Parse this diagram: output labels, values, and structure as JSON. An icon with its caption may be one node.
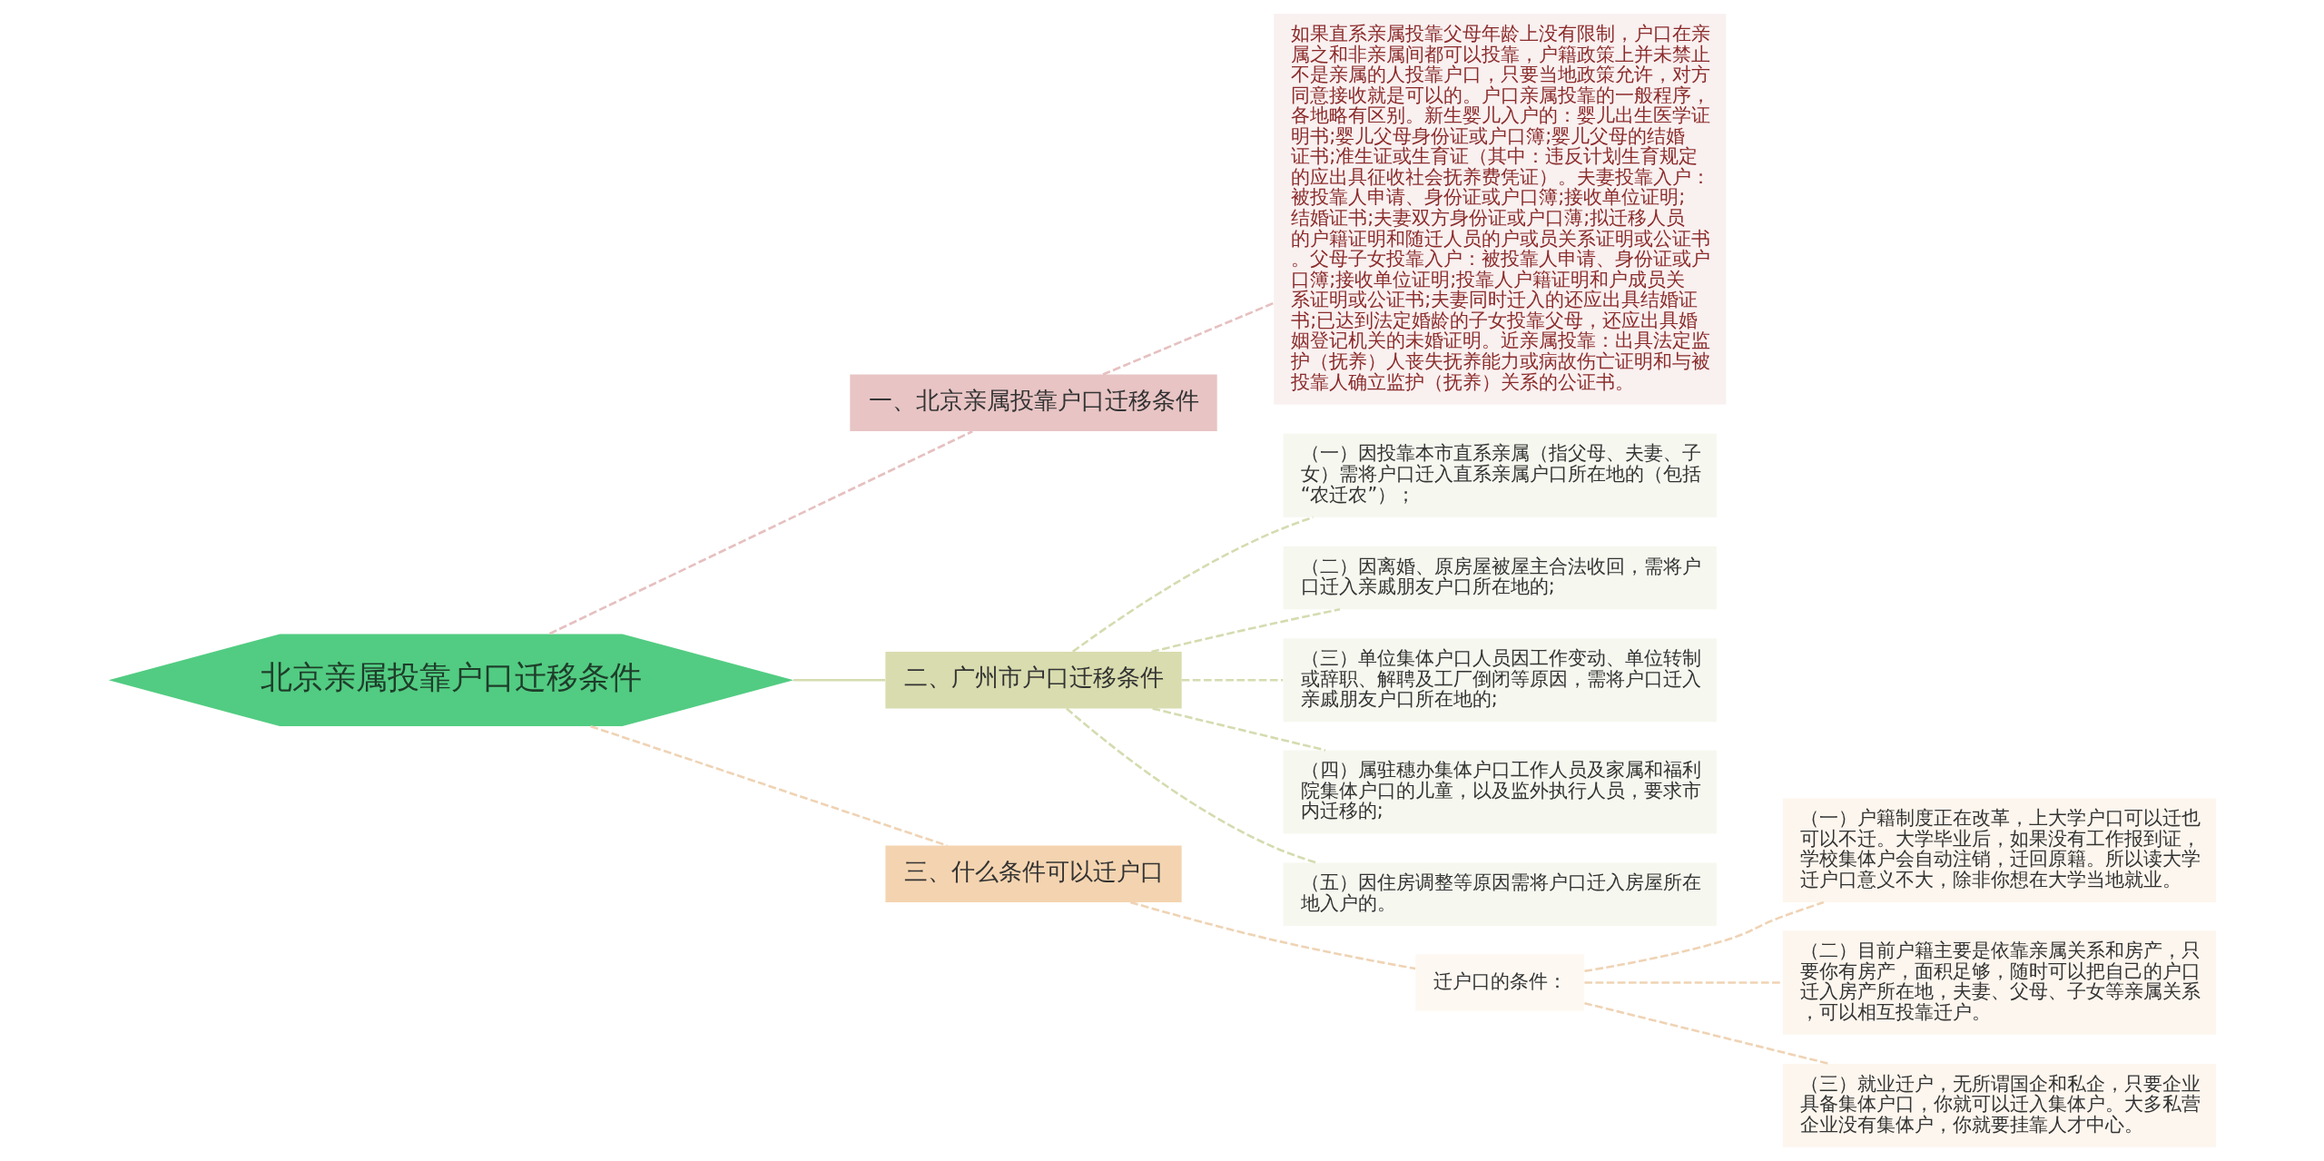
{
  "diagram": {
    "nodes": [
      {
        "text": [
          "北京亲属投靠户口迁移条件"
        ]
      },
      {
        "text": [
          "一、北京亲属投靠户口迁移条件"
        ]
      },
      {
        "text": [
          "如果直系亲属投靠父母年龄上没有限制，户口在亲属之和非亲属间都可以投靠，户籍政策上并未禁止不是亲属的人投靠户口，只要当地政策允许，对方同意接收就是可以的。户口亲属投靠的一般程序，各地略有区别。新生婴儿入户的：婴儿出生医学证明书;婴儿父母身份证或户口簿;婴儿父母的结婚证书;准生证或生育证（其中：违反计划生育规定的应出具征收社会抚养费凭证）。夫妻投靠入户：被投靠人申请、身份证或户口簿;接收单位证明;结婚证书;夫妻双方身份证或户口薄;拟迁移人员的户籍证明和随迁人员的户或员关系证明或公证书。父母子女投靠入户：被投靠人申请、身份证或户口簿;接收单位证明;投靠人户籍证明和户成员关系证明或公证书;夫妻同时迁入的还应出具结婚证书;已达到法定婚龄的子女投靠父母，还应出具婚姻登记机关的未婚证明。近亲属投靠：出具法定监护（抚养）人丧失抚养能力或病故伤亡证明和与被投靠人确立监护（抚养）关系的公证书。"
        ]
      },
      {
        "text": [
          "二、广州市户口迁移条件"
        ]
      },
      {
        "text": [
          "（一）因投靠本市直系亲属（指父母、夫妻、子女）需将户口迁入直系亲属户口所在地的（包括“农迁农”）；"
        ]
      },
      {
        "text": [
          "（二）因离婚、原房屋被屋主合法收回，需将户口迁入亲戚朋友户口所在地的;"
        ]
      },
      {
        "text": [
          "（三）单位集体户口人员因工作变动、单位转制或辞职、解聘及工厂倒闭等原因，需将户口迁入亲戚朋友户口所在地的;"
        ]
      },
      {
        "text": [
          "（四）属驻穗办集体户口工作人员及家属和福利院集体户口的儿童，以及监外执行人员，要求市内迁移的;"
        ]
      },
      {
        "text": [
          "（五）因住房调整等原因需将户口迁入房屋所在地入户的。"
        ]
      },
      {
        "text": [
          "三、什么条件可以迁户口"
        ]
      },
      {
        "text": [
          "迁户口的条件："
        ]
      },
      {
        "text": [
          "（一）户籍制度正在改革，上大学户口可以迁也可以不迁。大学毕业后，如果没有工作报到证，学校集体户会自动注销，迁回原籍。所以读大学迁户口意义不大，除非你想在大学当地就业。"
        ]
      },
      {
        "text": [
          "（二）目前户籍主要是依靠亲属关系和房产，只要你有房产，面积足够，随时可以把自己的户口迁入房产所在地，夫妻、父母、子女等亲属关系，可以相互投靠迁户。"
        ]
      },
      {
        "text": [
          "（三）就业迁户，无所谓国企和私企，只要企业具备集体户口，你就可以迁入集体户。大多私营企业没有集体户，你就要挂靠人才中心。"
        ]
      }
    ],
    "edges": [
      {
        "from": 0,
        "to": 1,
        "arrow": "none",
        "style": "dashed",
        "color": "#e6c0c0"
      },
      {
        "from": 1,
        "to": 2,
        "arrow": "none",
        "style": "dashed",
        "color": "#e6c0c0"
      },
      {
        "from": 0,
        "to": 3,
        "arrow": "none"
      },
      {
        "from": 3,
        "to": 4,
        "arrow": "none",
        "style": "dashed"
      },
      {
        "from": 3,
        "to": 5,
        "arrow": "none",
        "style": "dashed"
      },
      {
        "from": 3,
        "to": 6,
        "arrow": "none",
        "style": "dashed"
      },
      {
        "from": 3,
        "to": 7,
        "arrow": "none",
        "style": "dashed"
      },
      {
        "from": 3,
        "to": 8,
        "arrow": "none",
        "style": "dashed"
      },
      {
        "from": 0,
        "to": 9,
        "arrow": "none",
        "style": "dashed",
        "color": "#efd3b4"
      },
      {
        "from": 9,
        "to": 10,
        "arrow": "none",
        "style": "dashed",
        "color": "#efd3b4"
      },
      {
        "from": 10,
        "to": 11,
        "arrow": "none",
        "style": "dashed",
        "color": "#efd3b4"
      },
      {
        "from": 10,
        "to": 12,
        "arrow": "none",
        "style": "dashed",
        "color": "#efd3b4"
      },
      {
        "from": 10,
        "to": 13,
        "arrow": "none",
        "style": "dashed",
        "color": "#efd3b4"
      }
    ]
  }
}
